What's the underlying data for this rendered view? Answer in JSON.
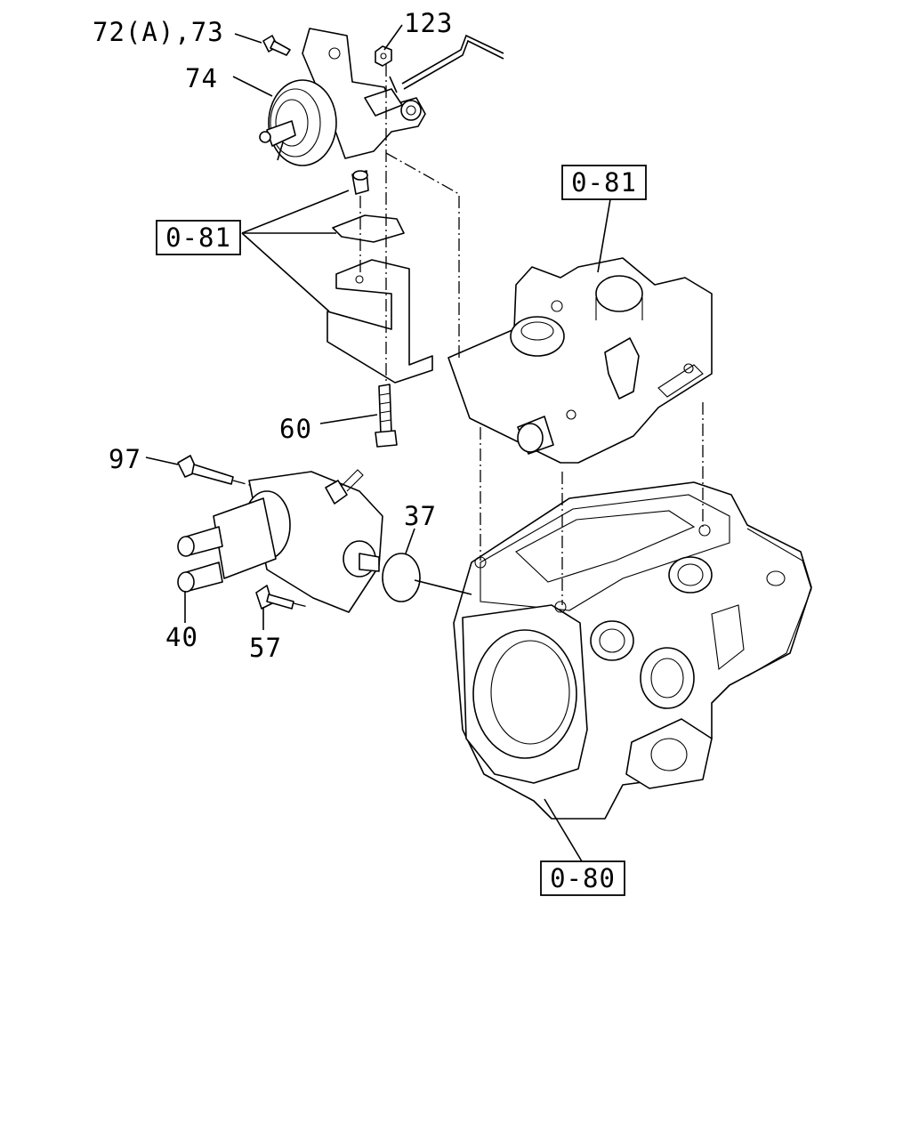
{
  "callouts": {
    "c_72a_73": "72(A),73",
    "c_74": "74",
    "c_123": "123",
    "c_60": "60",
    "c_97": "97",
    "c_37": "37",
    "c_40": "40",
    "c_57": "57"
  },
  "references": {
    "ref_left": "0-81",
    "ref_right": "0-81",
    "ref_bottom": "0-80"
  }
}
